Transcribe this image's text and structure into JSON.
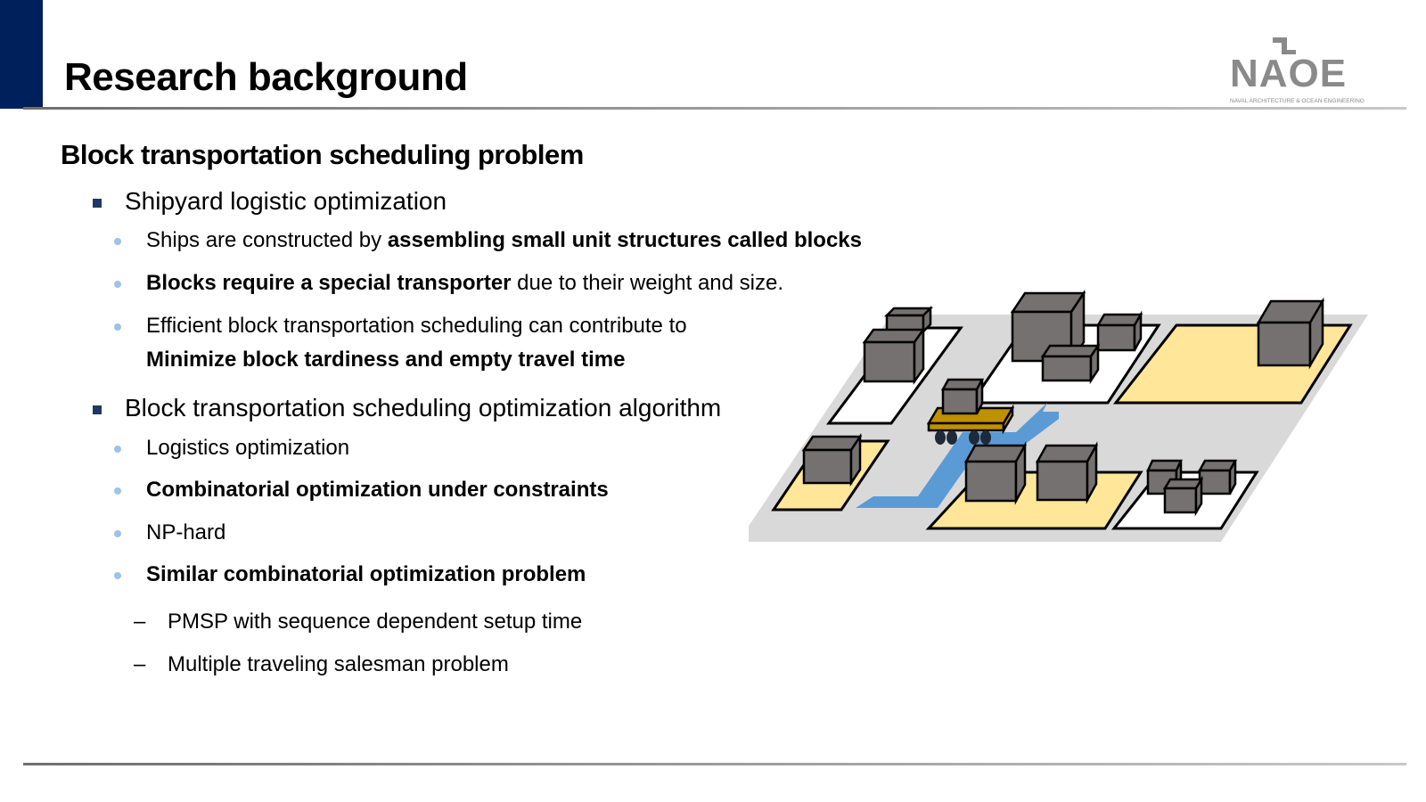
{
  "header": {
    "title": "Research background",
    "accent_color": "#00205b",
    "logo": {
      "name": "NAOE",
      "subtitle": "NAVAL ARCHITECTURE & OCEAN ENGINEERING"
    }
  },
  "content": {
    "section_title": "Block transportation scheduling problem",
    "items": [
      {
        "label": "Shipyard logistic optimization",
        "sub": [
          {
            "plain": "Ships are constructed by ",
            "bold": "assembling small unit structures called blocks",
            "after": ""
          },
          {
            "plain": "",
            "bold": "Blocks require a special transporter",
            "after": " due to their weight and size."
          },
          {
            "plain": "Efficient block transportation scheduling can contribute to",
            "bold": "Minimize block tardiness and empty travel time",
            "after": ""
          }
        ]
      },
      {
        "label": "Block transportation scheduling optimization algorithm",
        "sub": [
          {
            "plain": "Logistics optimization",
            "bold": "",
            "after": ""
          },
          {
            "plain": "",
            "bold": "Combinatorial optimization under constraints",
            "after": ""
          },
          {
            "plain": "NP-hard",
            "bold": "",
            "after": ""
          },
          {
            "plain": "",
            "bold": "Similar combinatorial optimization problem",
            "after": ""
          }
        ],
        "subsub": [
          {
            "dash": "–",
            "label": "PMSP with sequence dependent setup time"
          },
          {
            "dash": "–",
            "label": "Multiple traveling salesman problem"
          }
        ]
      }
    ]
  },
  "illustration": {
    "description": "Shipyard layout with stockyards, blocks, transporter and route",
    "colors": {
      "ground": "#d9d9d9",
      "yard_yellow": "#ffe699",
      "yard_white": "#ffffff",
      "block": "#767171",
      "transporter": "#bf9000",
      "route": "#5b9bd5",
      "wheel": "#1e2a38"
    }
  }
}
